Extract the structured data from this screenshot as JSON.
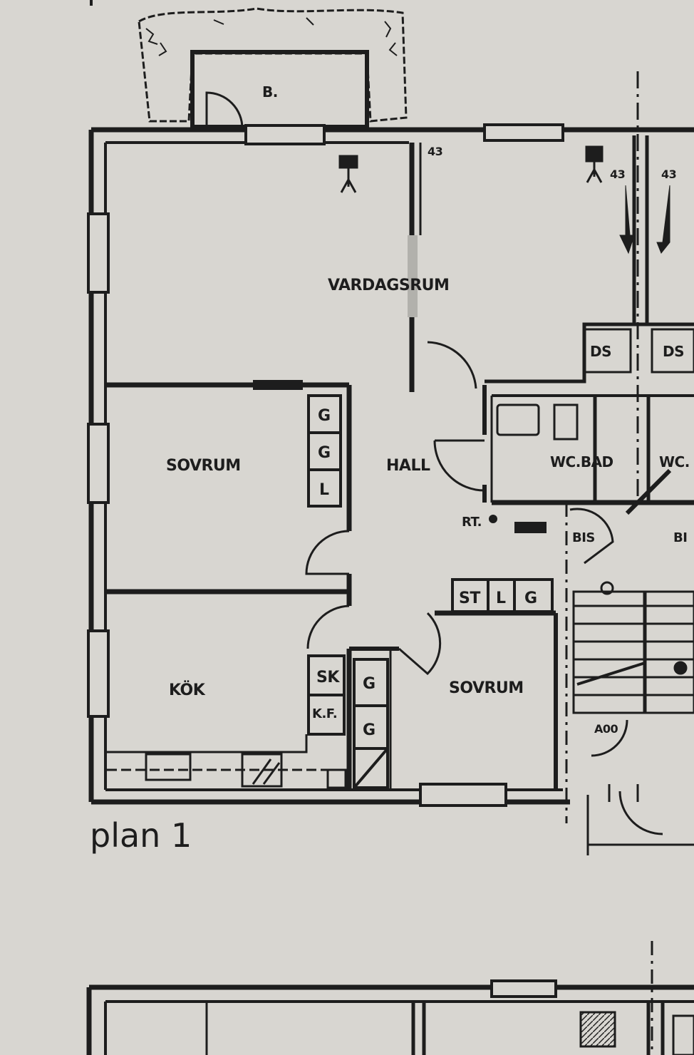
{
  "caption": "plan 1",
  "rooms": {
    "balcony": "B.",
    "living_room": "VARDAGSRUM",
    "bedroom_1": "SOVRUM",
    "hall": "HALL",
    "bathroom": "WC.BAD",
    "bathroom_neighbor": "WC.",
    "kitchen": "KÖK",
    "bedroom_2": "SOVRUM"
  },
  "fixtures": {
    "shower_1": "DS",
    "shower_2": "DS",
    "closet_g1": "G",
    "closet_g2": "G",
    "closet_l": "L",
    "storage_st": "ST",
    "storage_l": "L",
    "storage_g": "G",
    "kitchen_sk": "SK",
    "kitchen_kf": "K.F.",
    "bedroom2_g1": "G",
    "bedroom2_g2": "G",
    "radiator_rt": "RT.",
    "bis_1": "BIS",
    "bis_2": "BI",
    "dim_1": "43",
    "dim_2": "43",
    "dim_3": "43",
    "stair_note": "A00"
  }
}
